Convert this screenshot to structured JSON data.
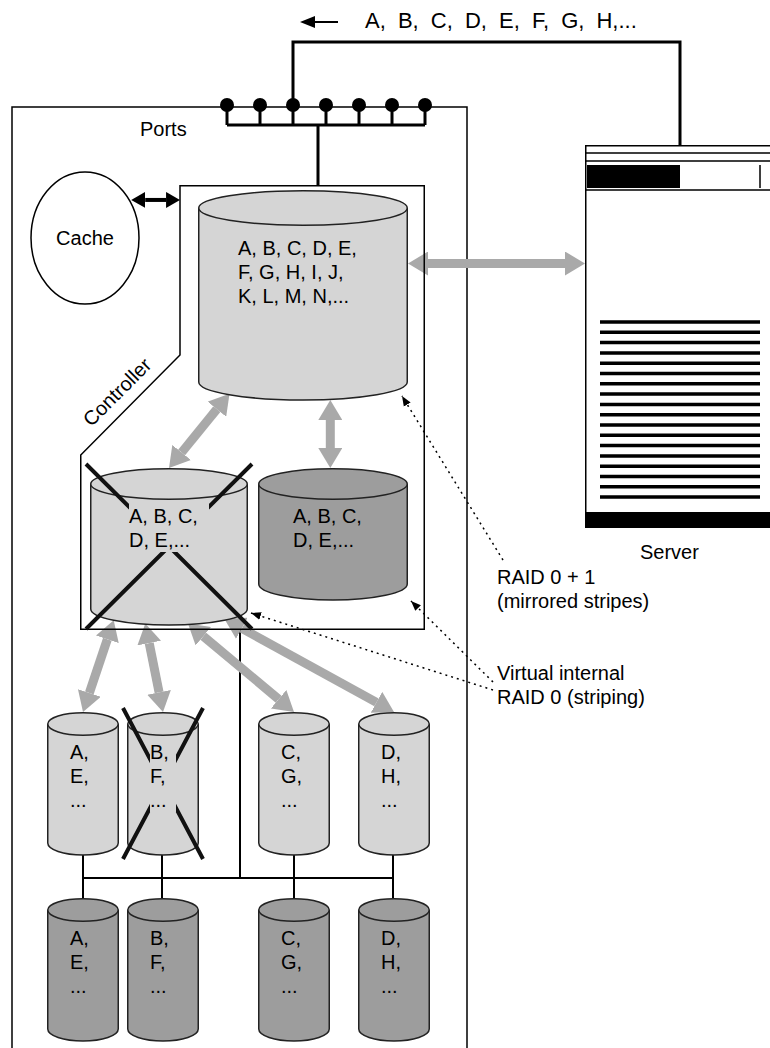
{
  "diagram": {
    "nodes": [
      {
        "text": [
          "Cache"
        ]
      },
      {
        "text": [
          "Controller"
        ]
      },
      {
        "text": [
          "A, B, C, D, E, F, G, H, I, J, K, L, M, N,..."
        ],
        "in": 1
      },
      {
        "text": [
          "A, B, C, D, E,..."
        ],
        "in": 1
      },
      {
        "text": [
          "A, B, C, D, E,..."
        ],
        "in": 1
      },
      {
        "text": [
          "Server"
        ]
      },
      {
        "text": [
          "A, E, ..."
        ]
      },
      {
        "text": [
          "B, F, ..."
        ]
      },
      {
        "text": [
          "C, G, ..."
        ]
      },
      {
        "text": [
          "D, H, ..."
        ]
      },
      {
        "text": [
          "A, E, ..."
        ]
      },
      {
        "text": [
          "B, F, ..."
        ]
      },
      {
        "text": [
          "C, G, ..."
        ]
      },
      {
        "text": [
          "D, H, ..."
        ]
      }
    ],
    "edges": [
      {
        "from": 0,
        "to": 1,
        "arrow": "both"
      },
      {
        "from": 2,
        "to": 5,
        "arrow": "both"
      },
      {
        "from": 2,
        "to": 3,
        "arrow": "both"
      },
      {
        "from": 2,
        "to": 4,
        "arrow": "both"
      },
      {
        "from": 3,
        "to": 6,
        "arrow": "both"
      },
      {
        "from": 3,
        "to": 7,
        "arrow": "both"
      },
      {
        "from": 3,
        "to": 8,
        "arrow": "both"
      },
      {
        "from": 3,
        "to": 9,
        "arrow": "both"
      }
    ],
    "labels": [
      "A, B, C, D, E, F, G, H,...",
      "Ports",
      "RAID 0 + 1 (mirrored stripes)",
      "Virtual internal RAID 0 (striping)"
    ]
  }
}
